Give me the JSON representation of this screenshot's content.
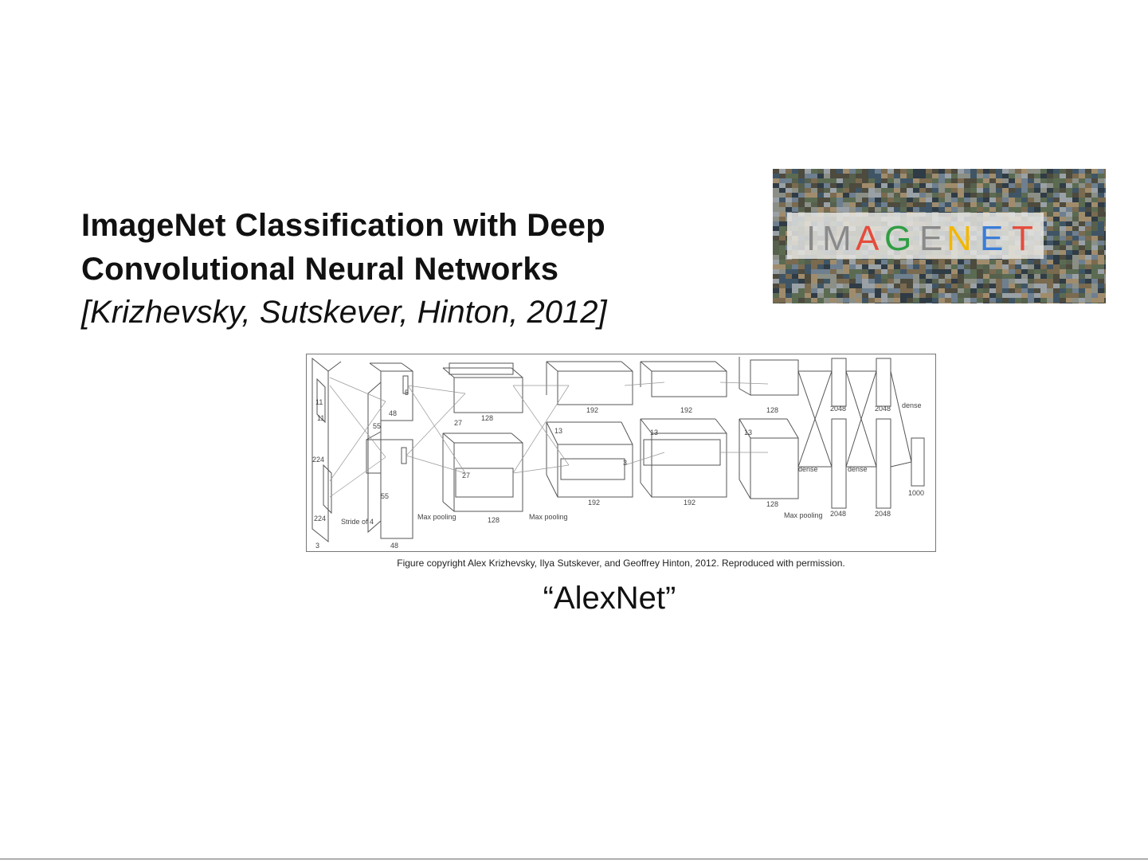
{
  "slide": {
    "title": "ImageNet Classification with Deep Convolutional Neural Networks",
    "authors": "[Krizhevsky, Sutskever, Hinton, 2012]",
    "caption": "Figure copyright Alex Krizhevsky, Ilya Sutskever, and Geoffrey Hinton, 2012. Reproduced with permission.",
    "model_name": "“AlexNet”"
  },
  "logo": {
    "wordmark": "IMAGENET",
    "letter_colors": [
      "#8a8a8a",
      "#8a8a8a",
      "#e54b3c",
      "#2f9e44",
      "#8a8a8a",
      "#f2b705",
      "#3b7dd8",
      "#e54b3c"
    ]
  },
  "diagram": {
    "labels": {
      "input_size": "224",
      "input_size_2": "224",
      "input_channels": "3",
      "kernel_11a": "11",
      "kernel_11b": "11",
      "kernel_5": "5",
      "kernel_3": "3",
      "stride": "Stride of 4",
      "conv1_size": "55",
      "conv1_size_2": "55",
      "conv1_depth": "48",
      "conv1_depth_2": "48",
      "pool1": "Max pooling",
      "conv2_size": "27",
      "conv2_size_2": "27",
      "conv2_depth": "128",
      "conv2_depth_2": "128",
      "pool2": "Max pooling",
      "conv3_size": "13",
      "conv3_depth": "192",
      "conv3_depth_2": "192",
      "conv4_size": "13",
      "conv4_depth": "192",
      "conv4_depth_2": "192",
      "conv5_size": "13",
      "conv5_depth": "128",
      "conv5_depth_2": "128",
      "pool3": "Max pooling",
      "fc6": "2048",
      "fc6_2": "2048",
      "fc7": "2048",
      "fc7_2": "2048",
      "dense": "dense",
      "dense_2": "dense",
      "dense_3": "dense",
      "output": "1000"
    }
  }
}
